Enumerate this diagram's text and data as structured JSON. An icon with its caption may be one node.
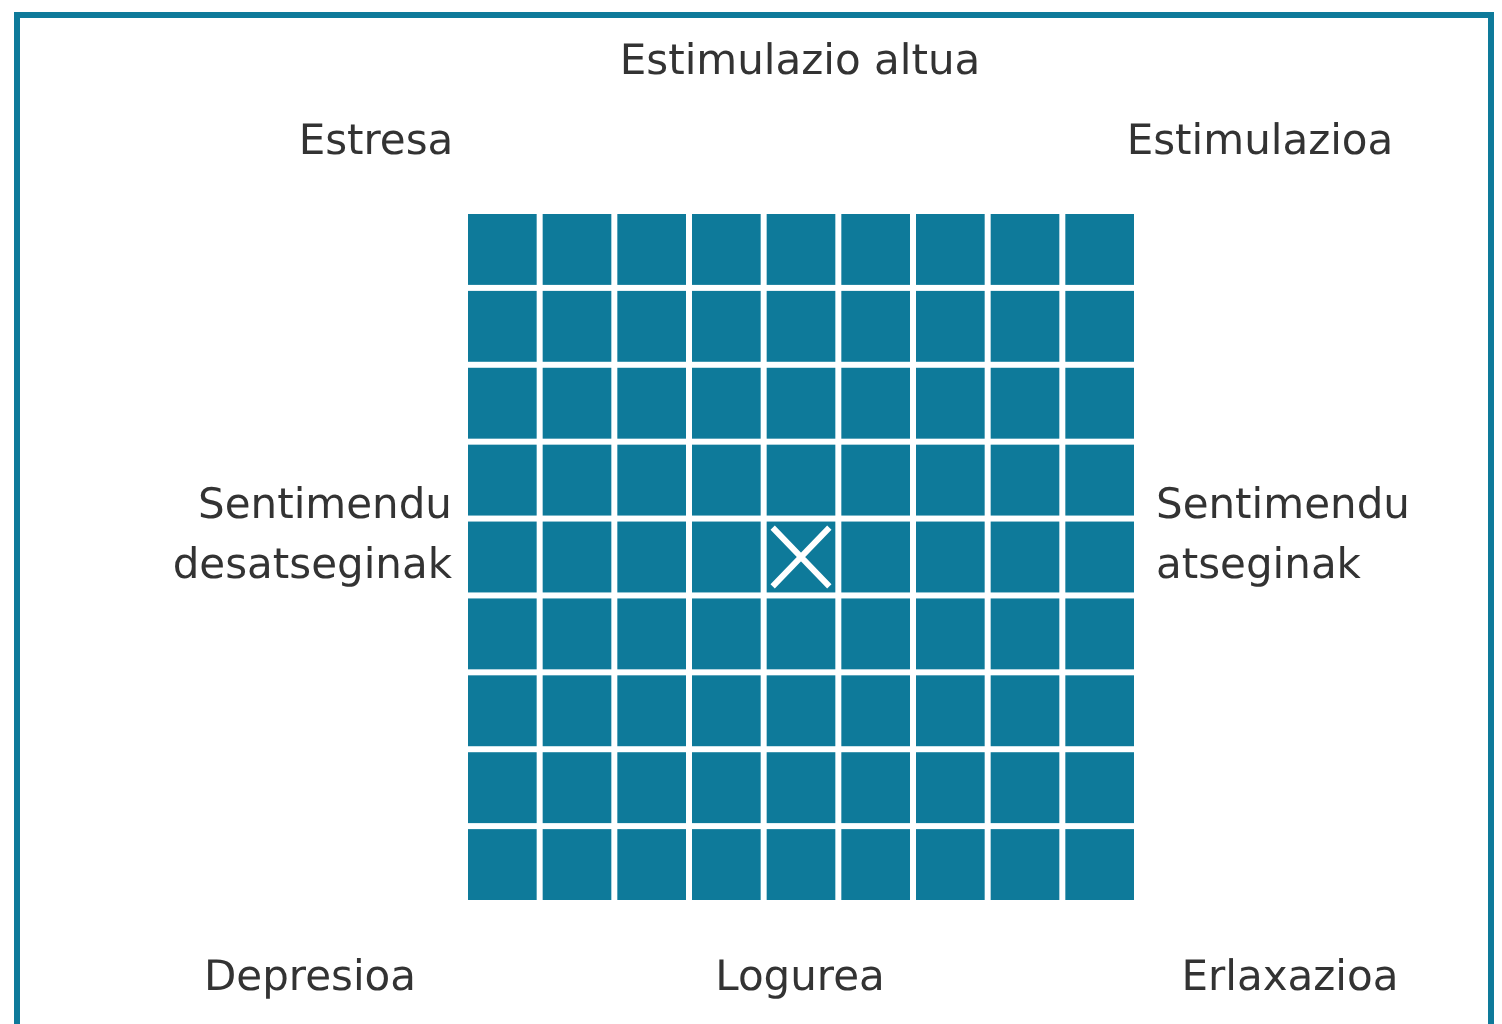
{
  "diagram": {
    "labels": [
      "Estimulazio altua",
      "Estresa",
      "Estimulazioa",
      "Sentimendu desatseginak",
      "Sentimendu atseginak",
      "Depresioa",
      "Logurea",
      "Erlaxazioa"
    ]
  }
}
